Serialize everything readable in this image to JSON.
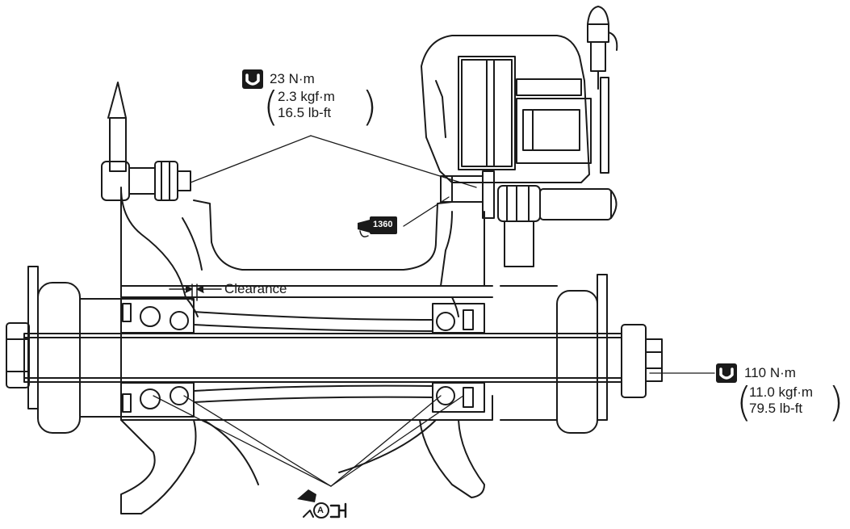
{
  "torque_upper": {
    "value": "23 N·m",
    "kgf": "2.3 kgf·m",
    "lbft": "16.5 lb-ft"
  },
  "torque_lower": {
    "value": "110 N·m",
    "kgf": "11.0 kgf·m",
    "lbft": "79.5 lb-ft"
  },
  "clearance_label": "Clearance",
  "sealant_code": "1360",
  "grease_symbol_letter": "A",
  "icons": [
    "torque-wrench-icon",
    "sealant-tube-icon",
    "grease-icon"
  ],
  "colors": {
    "ink": "#1a1a1a",
    "background": "#ffffff"
  }
}
